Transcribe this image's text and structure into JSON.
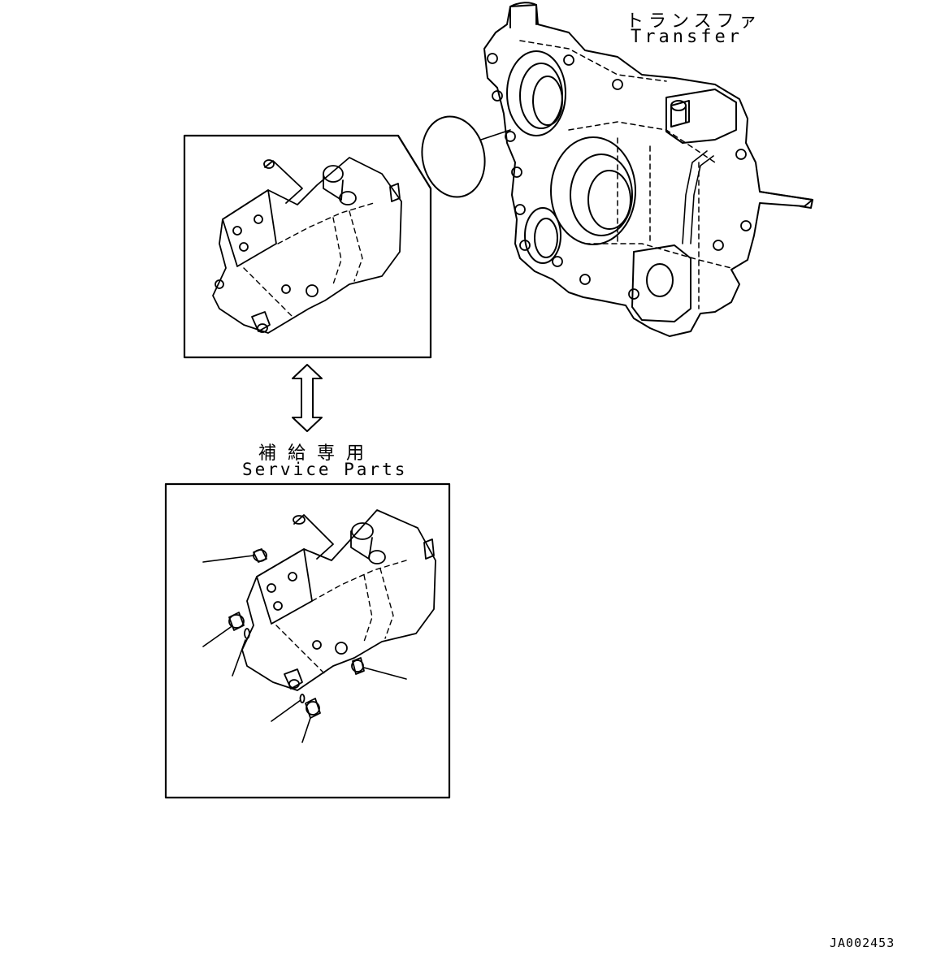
{
  "labels": {
    "transfer_jp": "トランスファ",
    "transfer_en": "Transfer",
    "service_jp": "補給専用",
    "service_en": "Service Parts",
    "drawing_code": "JA002453"
  },
  "icons": {
    "interchange_arrow": "double-headed-vertical-arrow"
  },
  "colors": {
    "line": "#000000",
    "background": "#ffffff"
  }
}
